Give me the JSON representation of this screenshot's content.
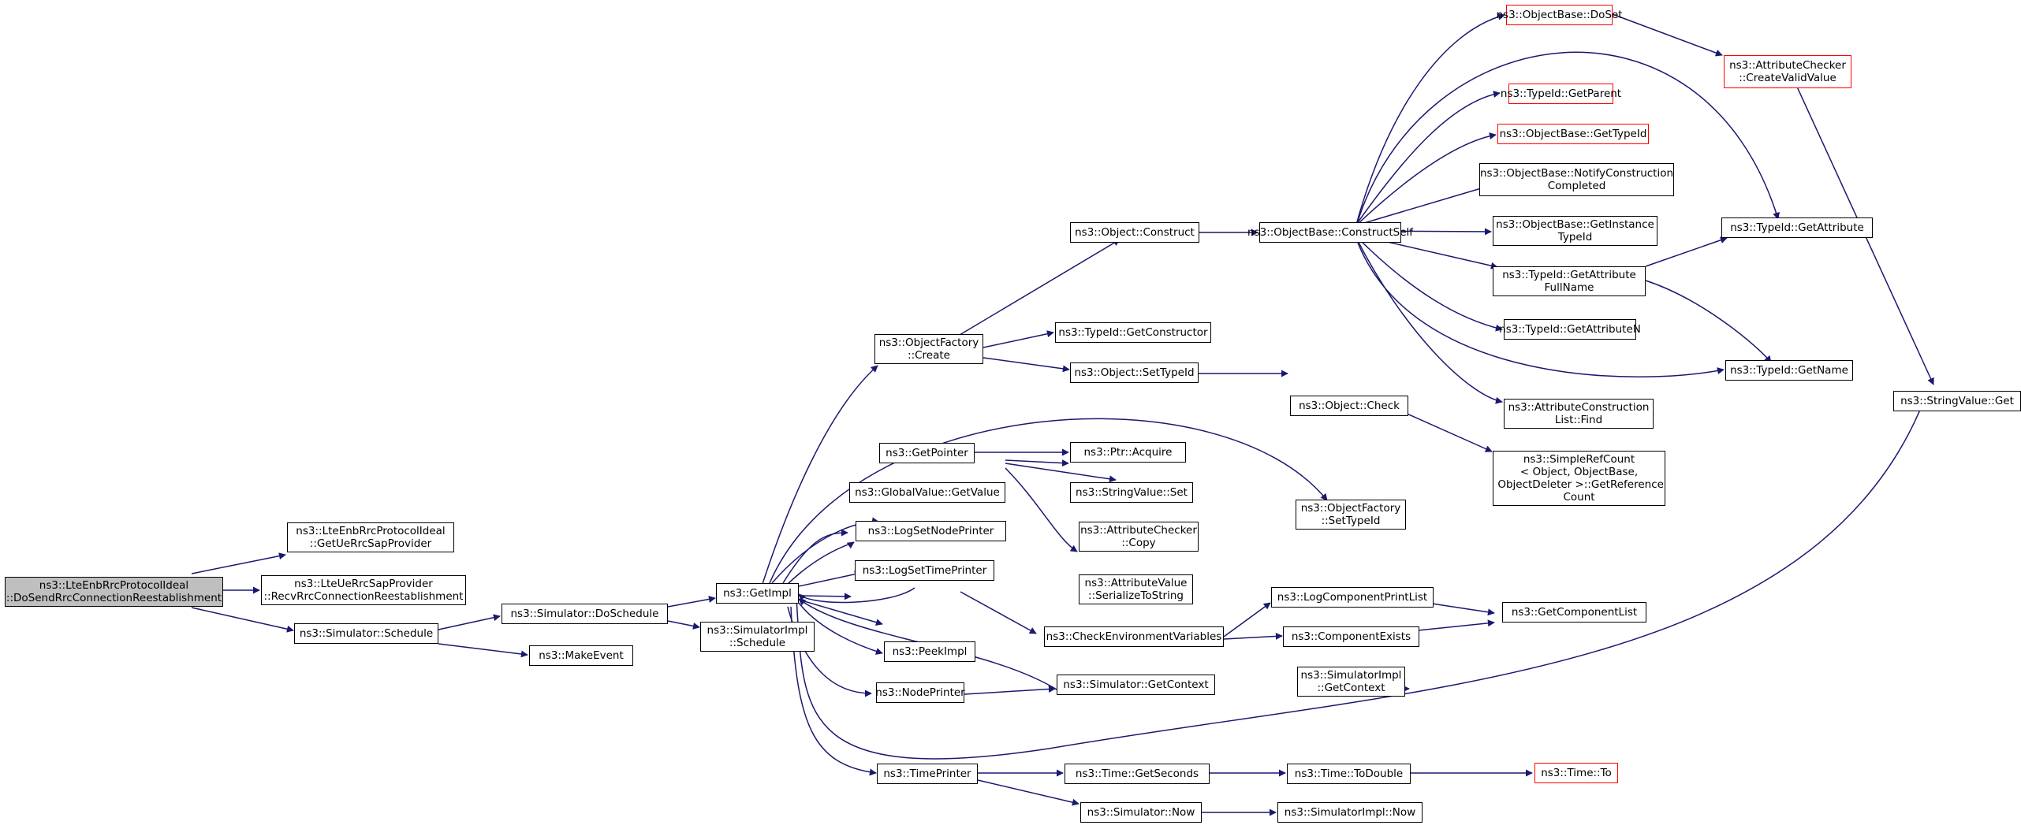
{
  "colors": {
    "edge": "#191970",
    "node_border": "#000000",
    "truncated_border": "#ff0000",
    "root_fill": "#bfbfbf"
  },
  "nodes": {
    "root": "ns3::LteEnbRrcProtocolIdeal\n::DoSendRrcConnectionReestablishment",
    "getUeRrcSap": "ns3::LteEnbRrcProtocolIdeal\n::GetUeRrcSapProvider",
    "recvRrcConn": "ns3::LteUeRrcSapProvider\n::RecvRrcConnectionReestablishment",
    "simSchedule": "ns3::Simulator::Schedule",
    "simDoSchedule": "ns3::Simulator::DoSchedule",
    "makeEvent": "ns3::MakeEvent",
    "getImpl": "ns3::GetImpl",
    "simImplSchedule": "ns3::SimulatorImpl\n::Schedule",
    "objFactoryCreate": "ns3::ObjectFactory\n::Create",
    "getPointer": "ns3::GetPointer",
    "globalGetValue": "ns3::GlobalValue::GetValue",
    "logSetNodePrinter": "ns3::LogSetNodePrinter",
    "logSetTimePrinter": "ns3::LogSetTimePrinter",
    "peekImpl": "ns3::PeekImpl",
    "nodePrinter": "ns3::NodePrinter",
    "timePrinter": "ns3::TimePrinter",
    "objConstruct": "ns3::Object::Construct",
    "getConstructor": "ns3::TypeId::GetConstructor",
    "objSetTypeId": "ns3::Object::SetTypeId",
    "ptrAcquire": "ns3::Ptr::Acquire",
    "strSet": "ns3::StringValue::Set",
    "attrCheckerCopy": "ns3::AttributeChecker\n::Copy",
    "attrValueSerialize": "ns3::AttributeValue\n::SerializeToString",
    "checkEnv": "ns3::CheckEnvironmentVariables",
    "simGetContext": "ns3::Simulator::GetContext",
    "timeGetSeconds": "ns3::Time::GetSeconds",
    "simNow": "ns3::Simulator::Now",
    "constructSelf": "ns3::ObjectBase::ConstructSelf",
    "objCheck": "ns3::Object::Check",
    "ofSetTypeId": "ns3::ObjectFactory\n::SetTypeId",
    "logCompPrintList": "ns3::LogComponentPrintList",
    "compExists": "ns3::ComponentExists",
    "simImplGetContext": "ns3::SimulatorImpl\n::GetContext",
    "timeToDouble": "ns3::Time::ToDouble",
    "simImplNow": "ns3::SimulatorImpl::Now",
    "doSet": "ns3::ObjectBase::DoSet",
    "getParent": "ns3::TypeId::GetParent",
    "obGetTypeId": "ns3::ObjectBase::GetTypeId",
    "notifyConstruction": "ns3::ObjectBase::NotifyConstruction\nCompleted",
    "getInstanceTypeId": "ns3::ObjectBase::GetInstance\nTypeId",
    "getAttrFullName": "ns3::TypeId::GetAttribute\nFullName",
    "getAttrN": "ns3::TypeId::GetAttributeN",
    "attrConstrFind": "ns3::AttributeConstruction\nList::Find",
    "simpleRefCount": "ns3::SimpleRefCount\n< Object, ObjectBase,\n ObjectDeleter >::GetReference\nCount",
    "getComponentList": "ns3::GetComponentList",
    "timeTo": "ns3::Time::To",
    "createValidValue": "ns3::AttributeChecker\n::CreateValidValue",
    "getAttribute": "ns3::TypeId::GetAttribute",
    "getName": "ns3::TypeId::GetName",
    "strGet": "ns3::StringValue::Get"
  }
}
